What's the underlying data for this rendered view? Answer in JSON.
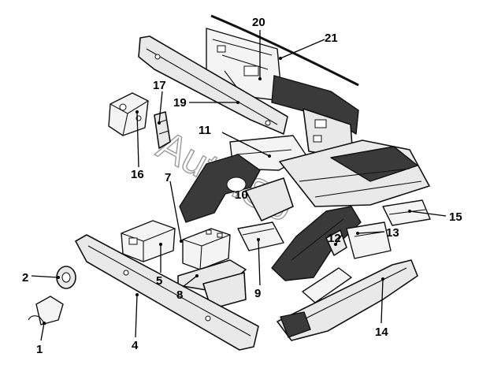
{
  "callouts": [
    {
      "id": "c1",
      "label": "1"
    },
    {
      "id": "c2",
      "label": "2"
    },
    {
      "id": "c4",
      "label": "4"
    },
    {
      "id": "c5",
      "label": "5"
    },
    {
      "id": "c7",
      "label": "7"
    },
    {
      "id": "c8",
      "label": "8"
    },
    {
      "id": "c9",
      "label": "9"
    },
    {
      "id": "c10",
      "label": "10"
    },
    {
      "id": "c11",
      "label": "11"
    },
    {
      "id": "c12",
      "label": "12"
    },
    {
      "id": "c13",
      "label": "13"
    },
    {
      "id": "c14",
      "label": "14"
    },
    {
      "id": "c15",
      "label": "15"
    },
    {
      "id": "c16",
      "label": "16"
    },
    {
      "id": "c17",
      "label": "17"
    },
    {
      "id": "c19",
      "label": "19"
    },
    {
      "id": "c20",
      "label": "20"
    },
    {
      "id": "c21",
      "label": "21"
    }
  ],
  "watermark": {
    "text": "Auto.So"
  },
  "colors": {
    "line": "#000000",
    "fill": "#e9e9e9",
    "shade": "#3a3a3a",
    "background": "#ffffff",
    "watermark": "#9a9a9a"
  }
}
